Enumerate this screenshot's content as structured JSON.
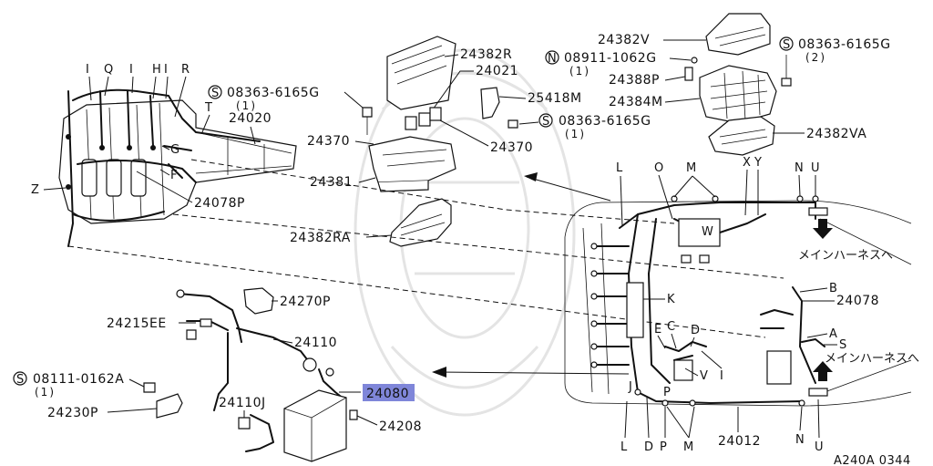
{
  "diagram": {
    "code": "A240A 0344",
    "selected_part": "24080",
    "parts": {
      "p24382R": "24382R",
      "p24021": "24021",
      "p08363_a": "08363-6165G",
      "p08363_a_qty": "(1)",
      "p24020": "24020",
      "p24370_a": "24370",
      "p25418M": "25418M",
      "p08363_b": "08363-6165G",
      "p08363_b_qty": "(1)",
      "p24370_b": "24370",
      "p24381": "24381",
      "p24078P": "24078P",
      "p24382RA": "24382RA",
      "p24382V": "24382V",
      "p08911": "08911-1062G",
      "p08911_qty": "(1)",
      "p24388P": "24388P",
      "p24384M": "24384M",
      "p08363_c": "08363-6165G",
      "p08363_c_qty": "(2)",
      "p24382VA": "24382VA",
      "p24078": "24078",
      "p24270P": "24270P",
      "p24215EE": "24215EE",
      "p24110": "24110",
      "p08111": "08111-0162A",
      "p08111_qty": "(1)",
      "p24230P": "24230P",
      "p24110J": "24110J",
      "p24080": "24080",
      "p24208": "24208",
      "p24012": "24012"
    },
    "markers": {
      "circle_S": "S",
      "circle_N": "N"
    },
    "letters": {
      "engine": {
        "I1": "I",
        "Q": "Q",
        "I2": "I",
        "H": "H",
        "I3": "I",
        "R": "R",
        "T": "T",
        "G": "G",
        "F": "F",
        "Z": "Z"
      },
      "cabin": {
        "L_top": "L",
        "O_top": "O",
        "M_top": "M",
        "X": "X",
        "Y": "Y",
        "N_top": "N",
        "U_top": "U",
        "W": "W",
        "K": "K",
        "B": "B",
        "A": "A",
        "S": "S",
        "E": "E",
        "C": "C",
        "D_mid": "D",
        "V": "V",
        "I_mid": "I",
        "J": "J",
        "P_mid": "P",
        "L_bot": "L",
        "D_bot": "D",
        "P_bot": "P",
        "M_bot": "M",
        "N_bot": "N",
        "U_bot": "U"
      }
    },
    "notes": {
      "to_main_1": "メインハーネスへ",
      "to_main_2": "メインハーネスへ"
    }
  }
}
